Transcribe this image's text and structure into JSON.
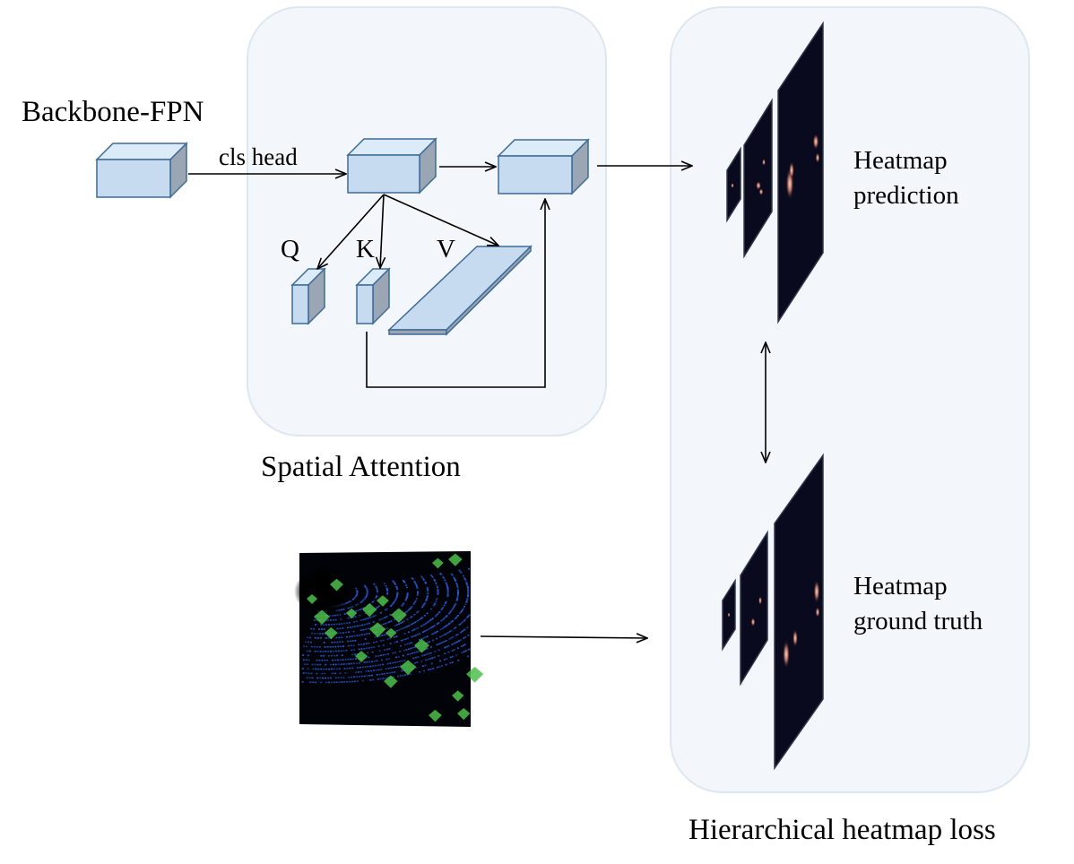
{
  "labels": {
    "backbone": "Backbone-FPN",
    "cls_head": "cls head",
    "q": "Q",
    "k": "K",
    "v": "V",
    "spatial_attention": "Spatial Attention",
    "heatmap_prediction_line1": "Heatmap",
    "heatmap_prediction_line2": "prediction",
    "heatmap_gt_line1": "Heatmap",
    "heatmap_gt_line2": "ground truth",
    "hierarchical_loss": "Hierarchical heatmap loss"
  },
  "colors": {
    "panel_fill": "#f3f7fc",
    "panel_stroke": "#dde6f1",
    "box_front": "#c6dbf0",
    "box_top": "#dcebf8",
    "box_side": "#9aa6b4",
    "box_stroke": "#3e6a96",
    "heatmap_bg": "#0a0a1e",
    "heatmap_hot": "#f0b49a",
    "lidar_point": "#2a5cd8",
    "lidar_box": "#4cc04a"
  }
}
